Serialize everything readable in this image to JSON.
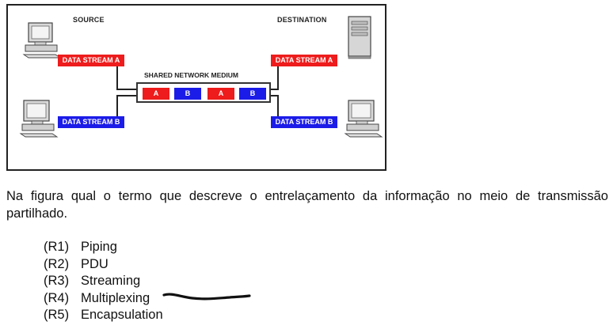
{
  "diagram": {
    "source_label": "SOURCE",
    "destination_label": "DESTINATION",
    "medium_label": "SHARED NETWORK MEDIUM",
    "stream_a": "DATA STREAM A",
    "stream_b": "DATA STREAM B",
    "cells": [
      "A",
      "B",
      "A",
      "B"
    ],
    "colors": {
      "stream_a": "#ee1c1c",
      "stream_b": "#1c1ce8"
    },
    "icons": [
      "desktop-computer-icon",
      "desktop-computer-icon",
      "tower-server-icon",
      "desktop-computer-icon"
    ]
  },
  "question": "Na figura qual o termo que descreve o entrelaçamento da informação no meio de transmissão partilhado.",
  "options": [
    {
      "code": "(R1)",
      "text": "Piping"
    },
    {
      "code": "(R2)",
      "text": "PDU"
    },
    {
      "code": "(R3)",
      "text": "Streaming"
    },
    {
      "code": "(R4)",
      "text": "Multiplexing"
    },
    {
      "code": "(R5)",
      "text": "Encapsulation"
    }
  ],
  "marked_option": "(R4)"
}
